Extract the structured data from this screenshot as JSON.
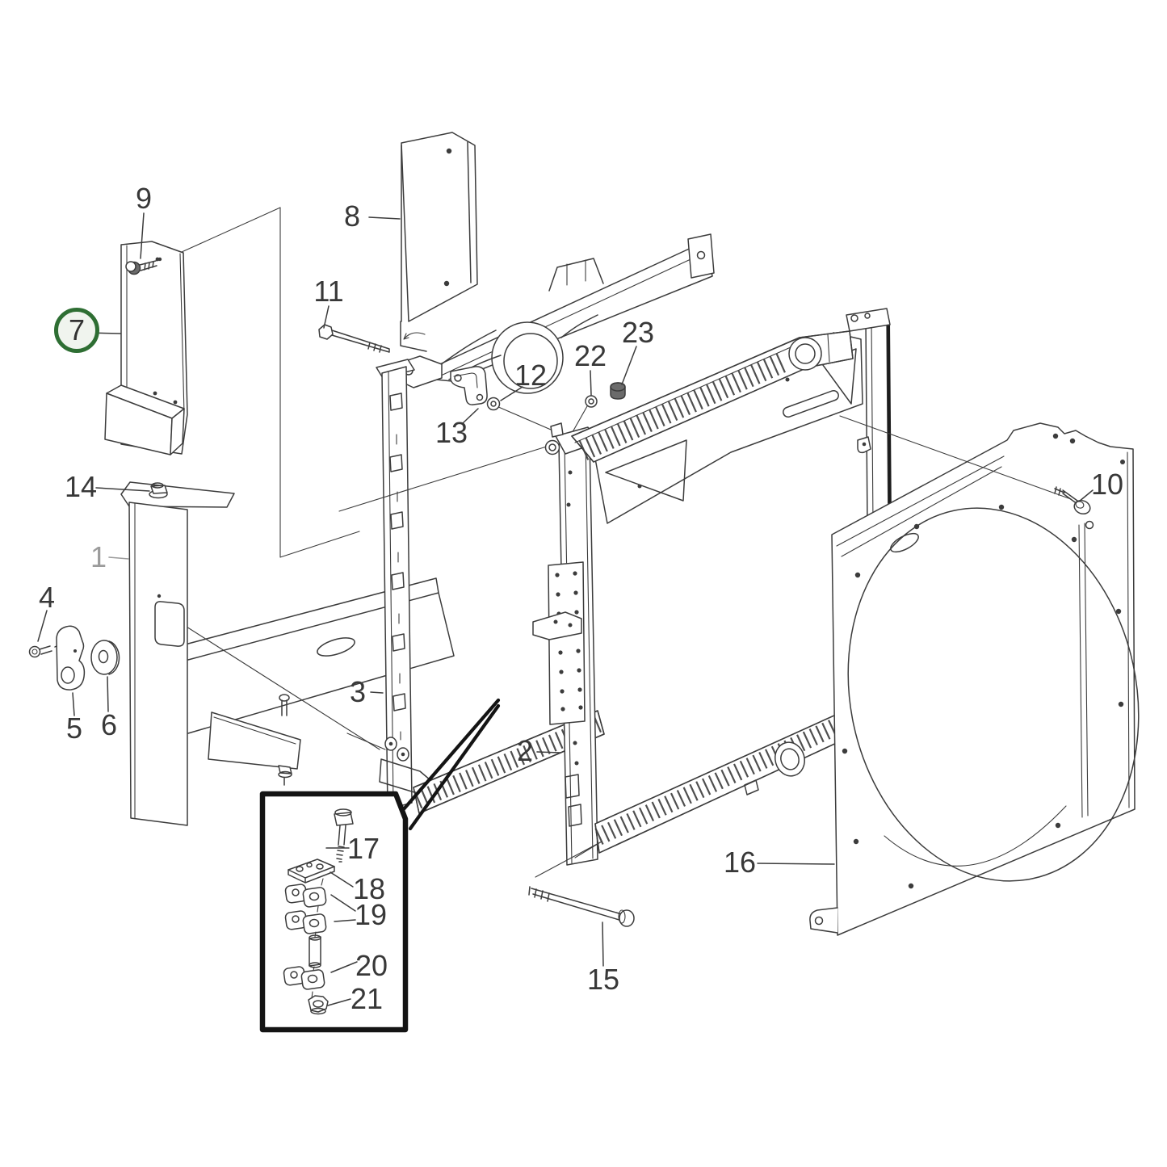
{
  "diagram": {
    "type": "exploded-parts-diagram",
    "subject": "radiator-and-fan-shroud-assembly",
    "highlighted_part": "7",
    "colors": {
      "background": "#ffffff",
      "line": "#3c3c3c",
      "label_text": "#383838",
      "muted_label_text": "#9b9b9b",
      "highlight_ring": "#2e6e33",
      "inset_border": "#141414"
    },
    "callouts": {
      "c1": "1",
      "c2": "2",
      "c3": "3",
      "c4": "4",
      "c5": "5",
      "c6": "6",
      "c7": "7",
      "c8": "8",
      "c9": "9",
      "c10": "10",
      "c11": "11",
      "c12": "12",
      "c13": "13",
      "c14": "14",
      "c15": "15",
      "c16": "16",
      "c17": "17",
      "c18": "18",
      "c19": "19",
      "c20": "20",
      "c21": "21",
      "c22": "22",
      "c23": "23"
    }
  }
}
